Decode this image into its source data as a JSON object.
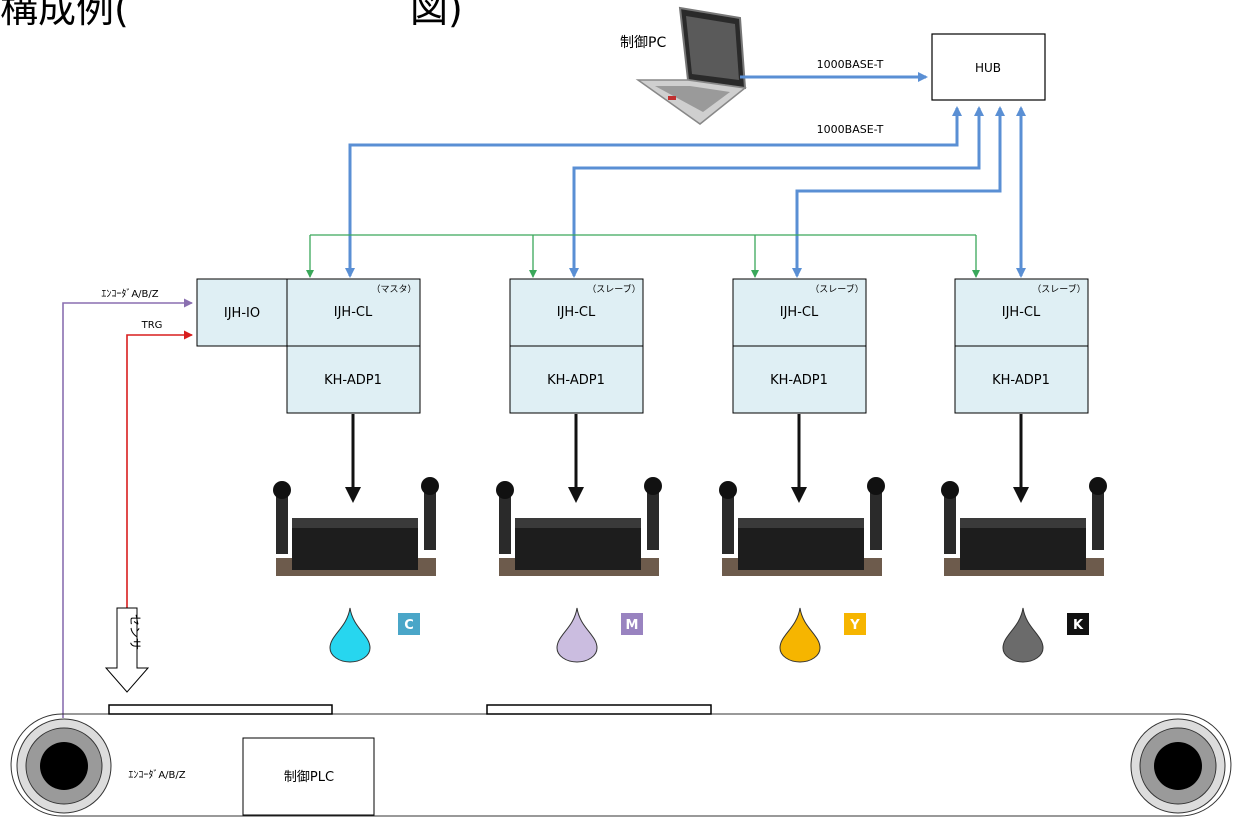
{
  "title_partial": "構成例(",
  "title_partial_end": "図)",
  "control_pc": {
    "label": "制御PC"
  },
  "hub": {
    "label": "HUB"
  },
  "links": {
    "pc_to_hub": "1000BASE-T",
    "hub_to_controllers": "1000BASE-T"
  },
  "io_box": {
    "label": "IJH-IO"
  },
  "encoder_signal": "ｴﾝｺｰﾀﾞA/B/Z",
  "trigger_signal": "TRG",
  "sensor": {
    "label": "センサ"
  },
  "plc": {
    "label": "制御PLC"
  },
  "encoder_bottom": "ｴﾝｺｰﾀﾞA/B/Z",
  "units": [
    {
      "role": "（マスタ）",
      "controller": "IJH-CL",
      "adapter": "KH-ADP1",
      "ink": "C",
      "ink_color": "#27d6ef",
      "badge_color": "#4aa6c8"
    },
    {
      "role": "（スレーブ）",
      "controller": "IJH-CL",
      "adapter": "KH-ADP1",
      "ink": "M",
      "ink_color": "#cbbde0",
      "badge_color": "#9983c0"
    },
    {
      "role": "（スレーブ）",
      "controller": "IJH-CL",
      "adapter": "KH-ADP1",
      "ink": "Y",
      "ink_color": "#f6b500",
      "badge_color": "#f6b500"
    },
    {
      "role": "（スレーブ）",
      "controller": "IJH-CL",
      "adapter": "KH-ADP1",
      "ink": "K",
      "ink_color": "#6b6b6b",
      "badge_color": "#111111"
    }
  ],
  "colors": {
    "box_fill": "#dfeff4",
    "ethernet": "#5a8fd4",
    "sync": "#3aa85a",
    "encoder": "#8a6fb0",
    "trigger": "#d81e1e"
  }
}
